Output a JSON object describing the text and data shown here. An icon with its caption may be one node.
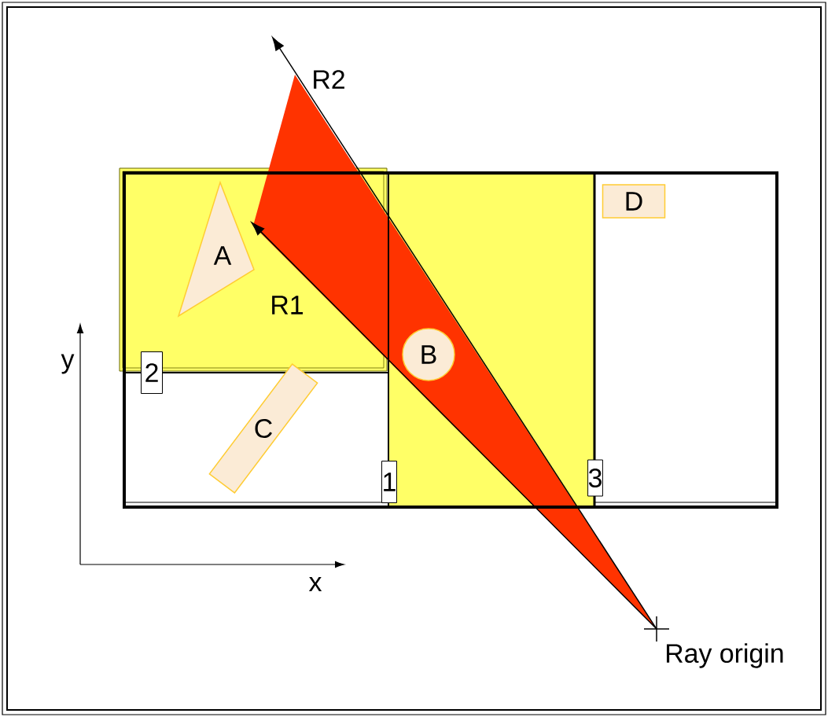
{
  "diagram": {
    "nodes": [
      {
        "text": [
          "A"
        ]
      },
      {
        "text": [
          "D"
        ]
      },
      {
        "text": [
          "B"
        ]
      },
      {
        "text": [
          "2"
        ]
      },
      {
        "text": [
          "C"
        ]
      },
      {
        "text": [
          "1"
        ]
      },
      {
        "text": [
          "3"
        ]
      },
      {
        "text": [],
        "shape": "cross",
        "beside": [
          "Ray origin"
        ]
      }
    ],
    "edges": [
      {
        "from": 7,
        "to": null,
        "arrow": "to",
        "label": "R2"
      },
      {
        "from": 7,
        "to": null,
        "arrow": "to",
        "label": "R1"
      }
    ],
    "labels": [
      "y",
      "x"
    ]
  }
}
